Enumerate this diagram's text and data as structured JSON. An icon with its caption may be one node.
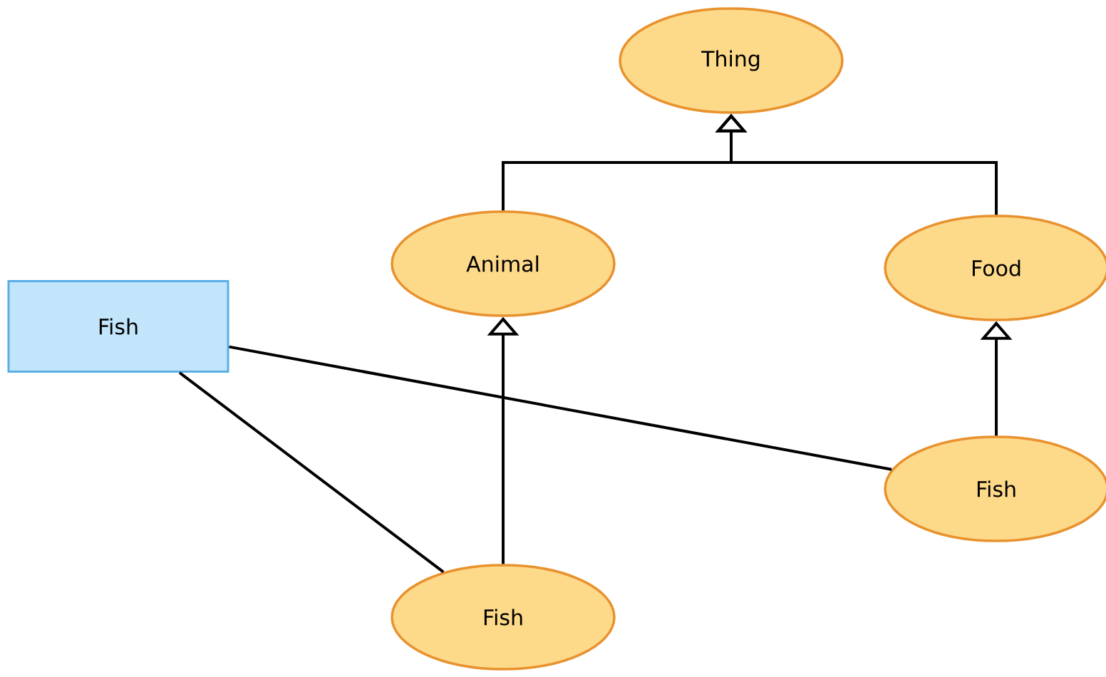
{
  "diagram": {
    "nodes": [
      {
        "text": [
          "Thing"
        ]
      },
      {
        "text": [
          "Animal"
        ]
      },
      {
        "text": [
          "Food"
        ]
      },
      {
        "text": [
          "Fish"
        ]
      },
      {
        "text": [
          "Fish"
        ]
      },
      {
        "text": [
          "Fish"
        ]
      }
    ],
    "edges": [
      {
        "from": 1,
        "to": 0,
        "arrow": "to"
      },
      {
        "from": 2,
        "to": 0,
        "arrow": "to"
      },
      {
        "from": 5,
        "to": 1,
        "arrow": "to"
      },
      {
        "from": 4,
        "to": 2,
        "arrow": "to"
      },
      {
        "from": 3,
        "to": 4,
        "arrow": "none"
      },
      {
        "from": 3,
        "to": 5,
        "arrow": "none"
      }
    ]
  }
}
